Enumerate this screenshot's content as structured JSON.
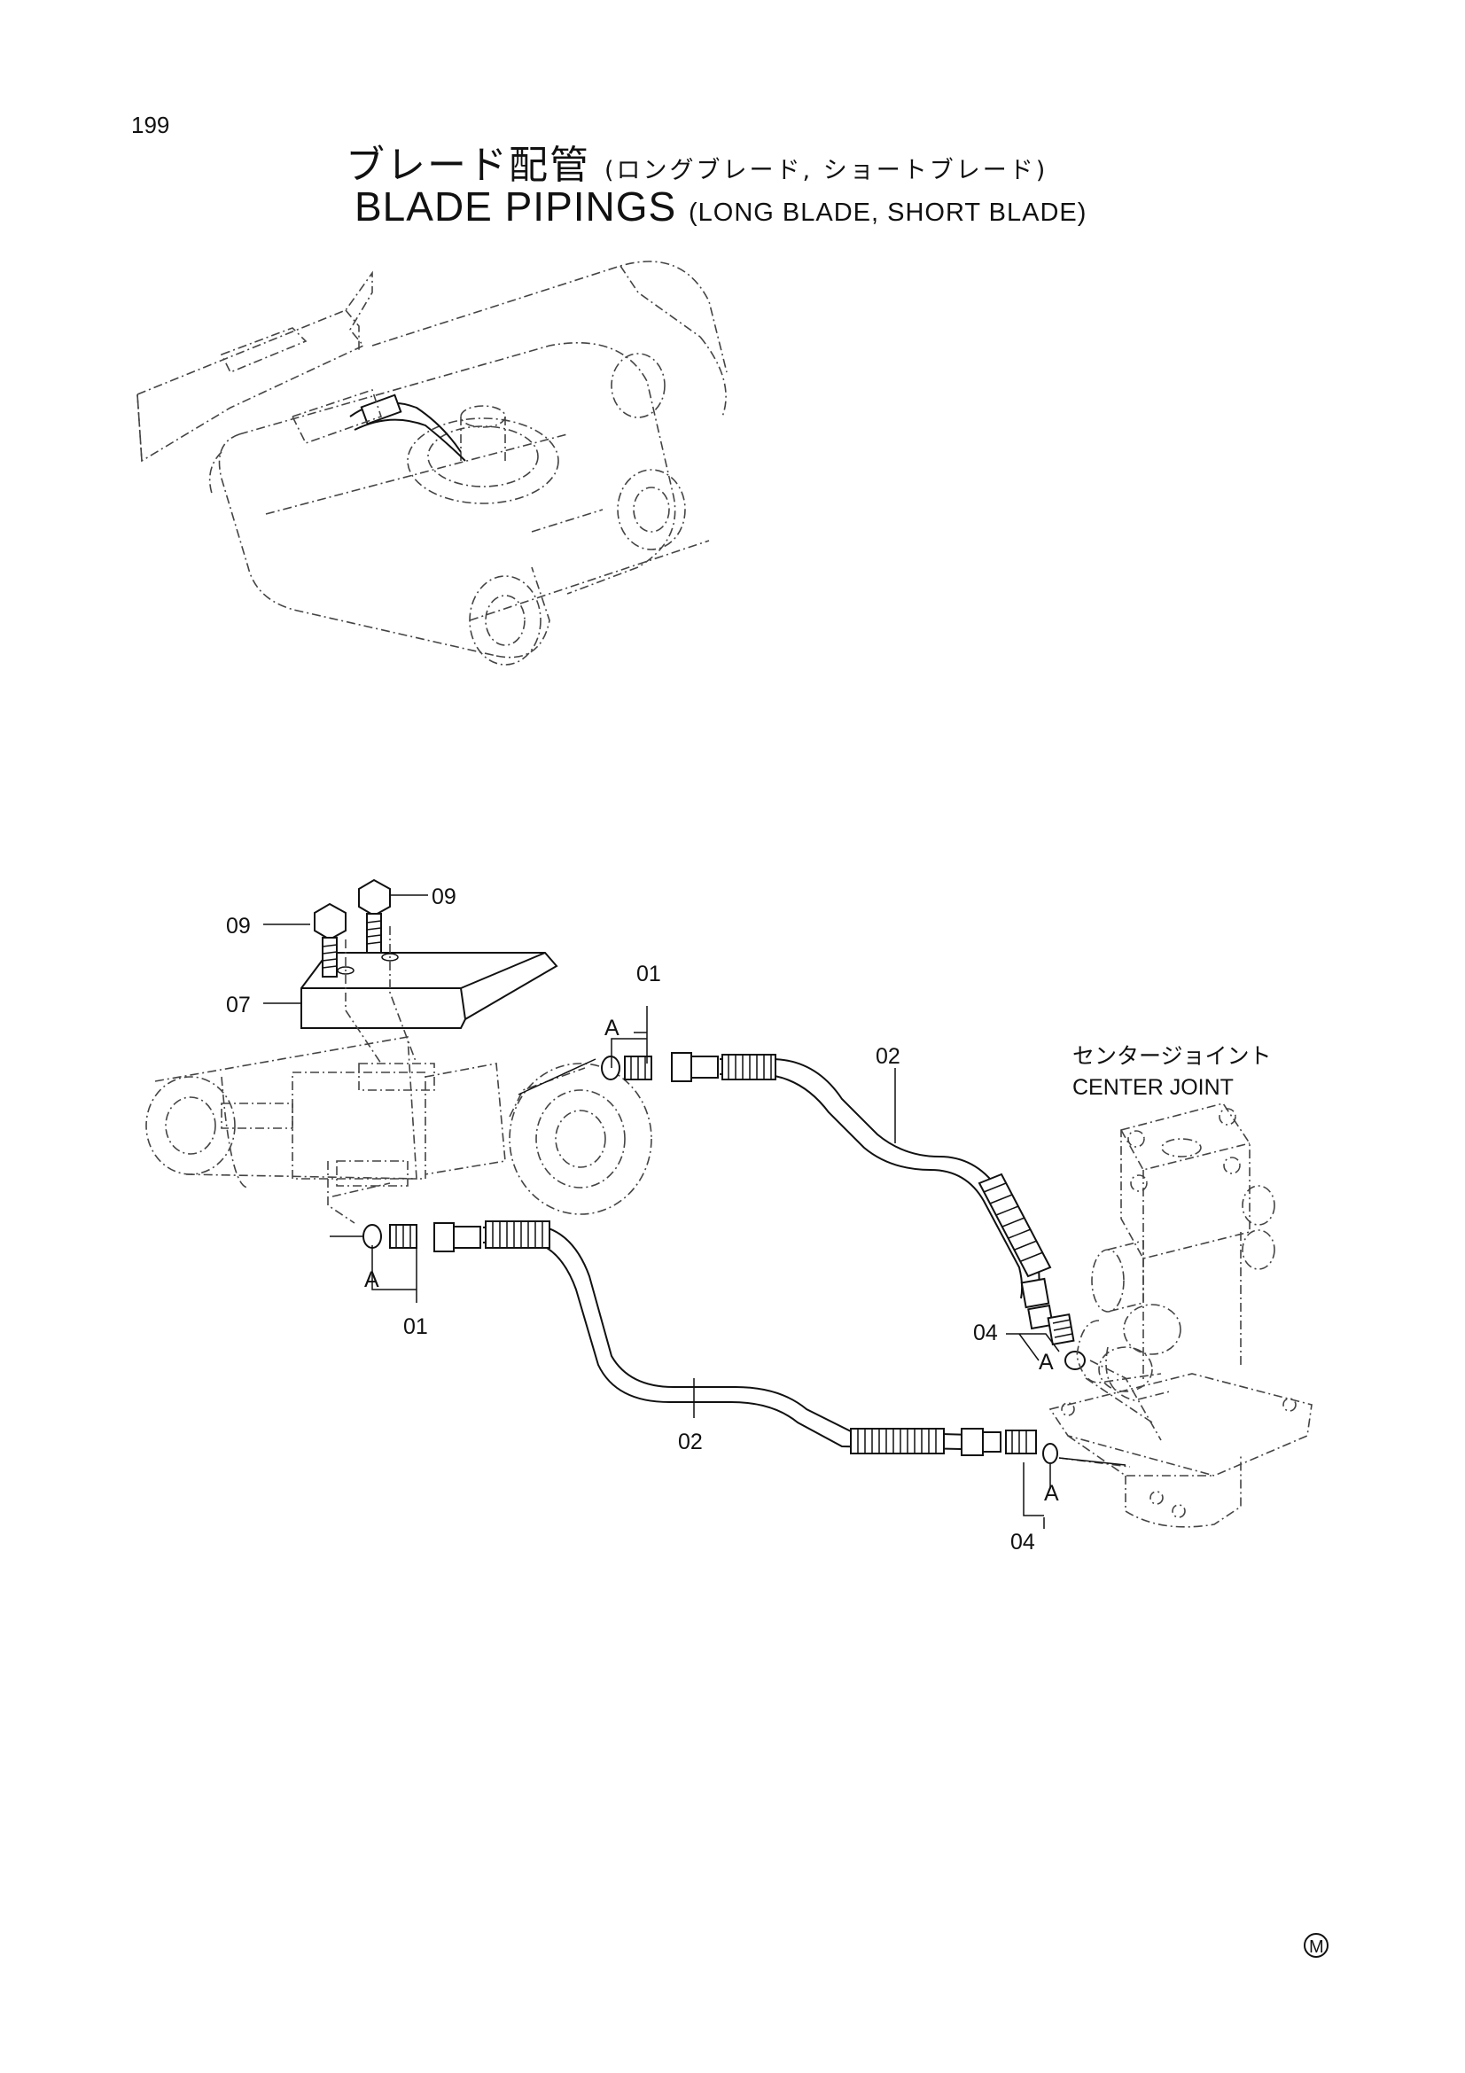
{
  "page": {
    "number": "199"
  },
  "title": {
    "jp_main": "ブレード配管",
    "jp_sub": "(ロングブレード, ショートブレード)",
    "en_main": "BLADE PIPINGS",
    "en_sub": "(LONG BLADE, SHORT BLADE)"
  },
  "callouts": {
    "bolt_left": "09",
    "bolt_right": "09",
    "plate": "07",
    "fitting_upper": "01",
    "fitting_lower": "01",
    "hose_upper": "02",
    "hose_lower": "02",
    "adapter_upper": "04",
    "adapter_lower": "04",
    "oring_1": "A",
    "oring_2": "A",
    "oring_3": "A",
    "oring_4": "A"
  },
  "center_joint": {
    "jp": "センタージョイント",
    "en": "CENTER JOINT"
  },
  "footer": {
    "mark": "M"
  }
}
